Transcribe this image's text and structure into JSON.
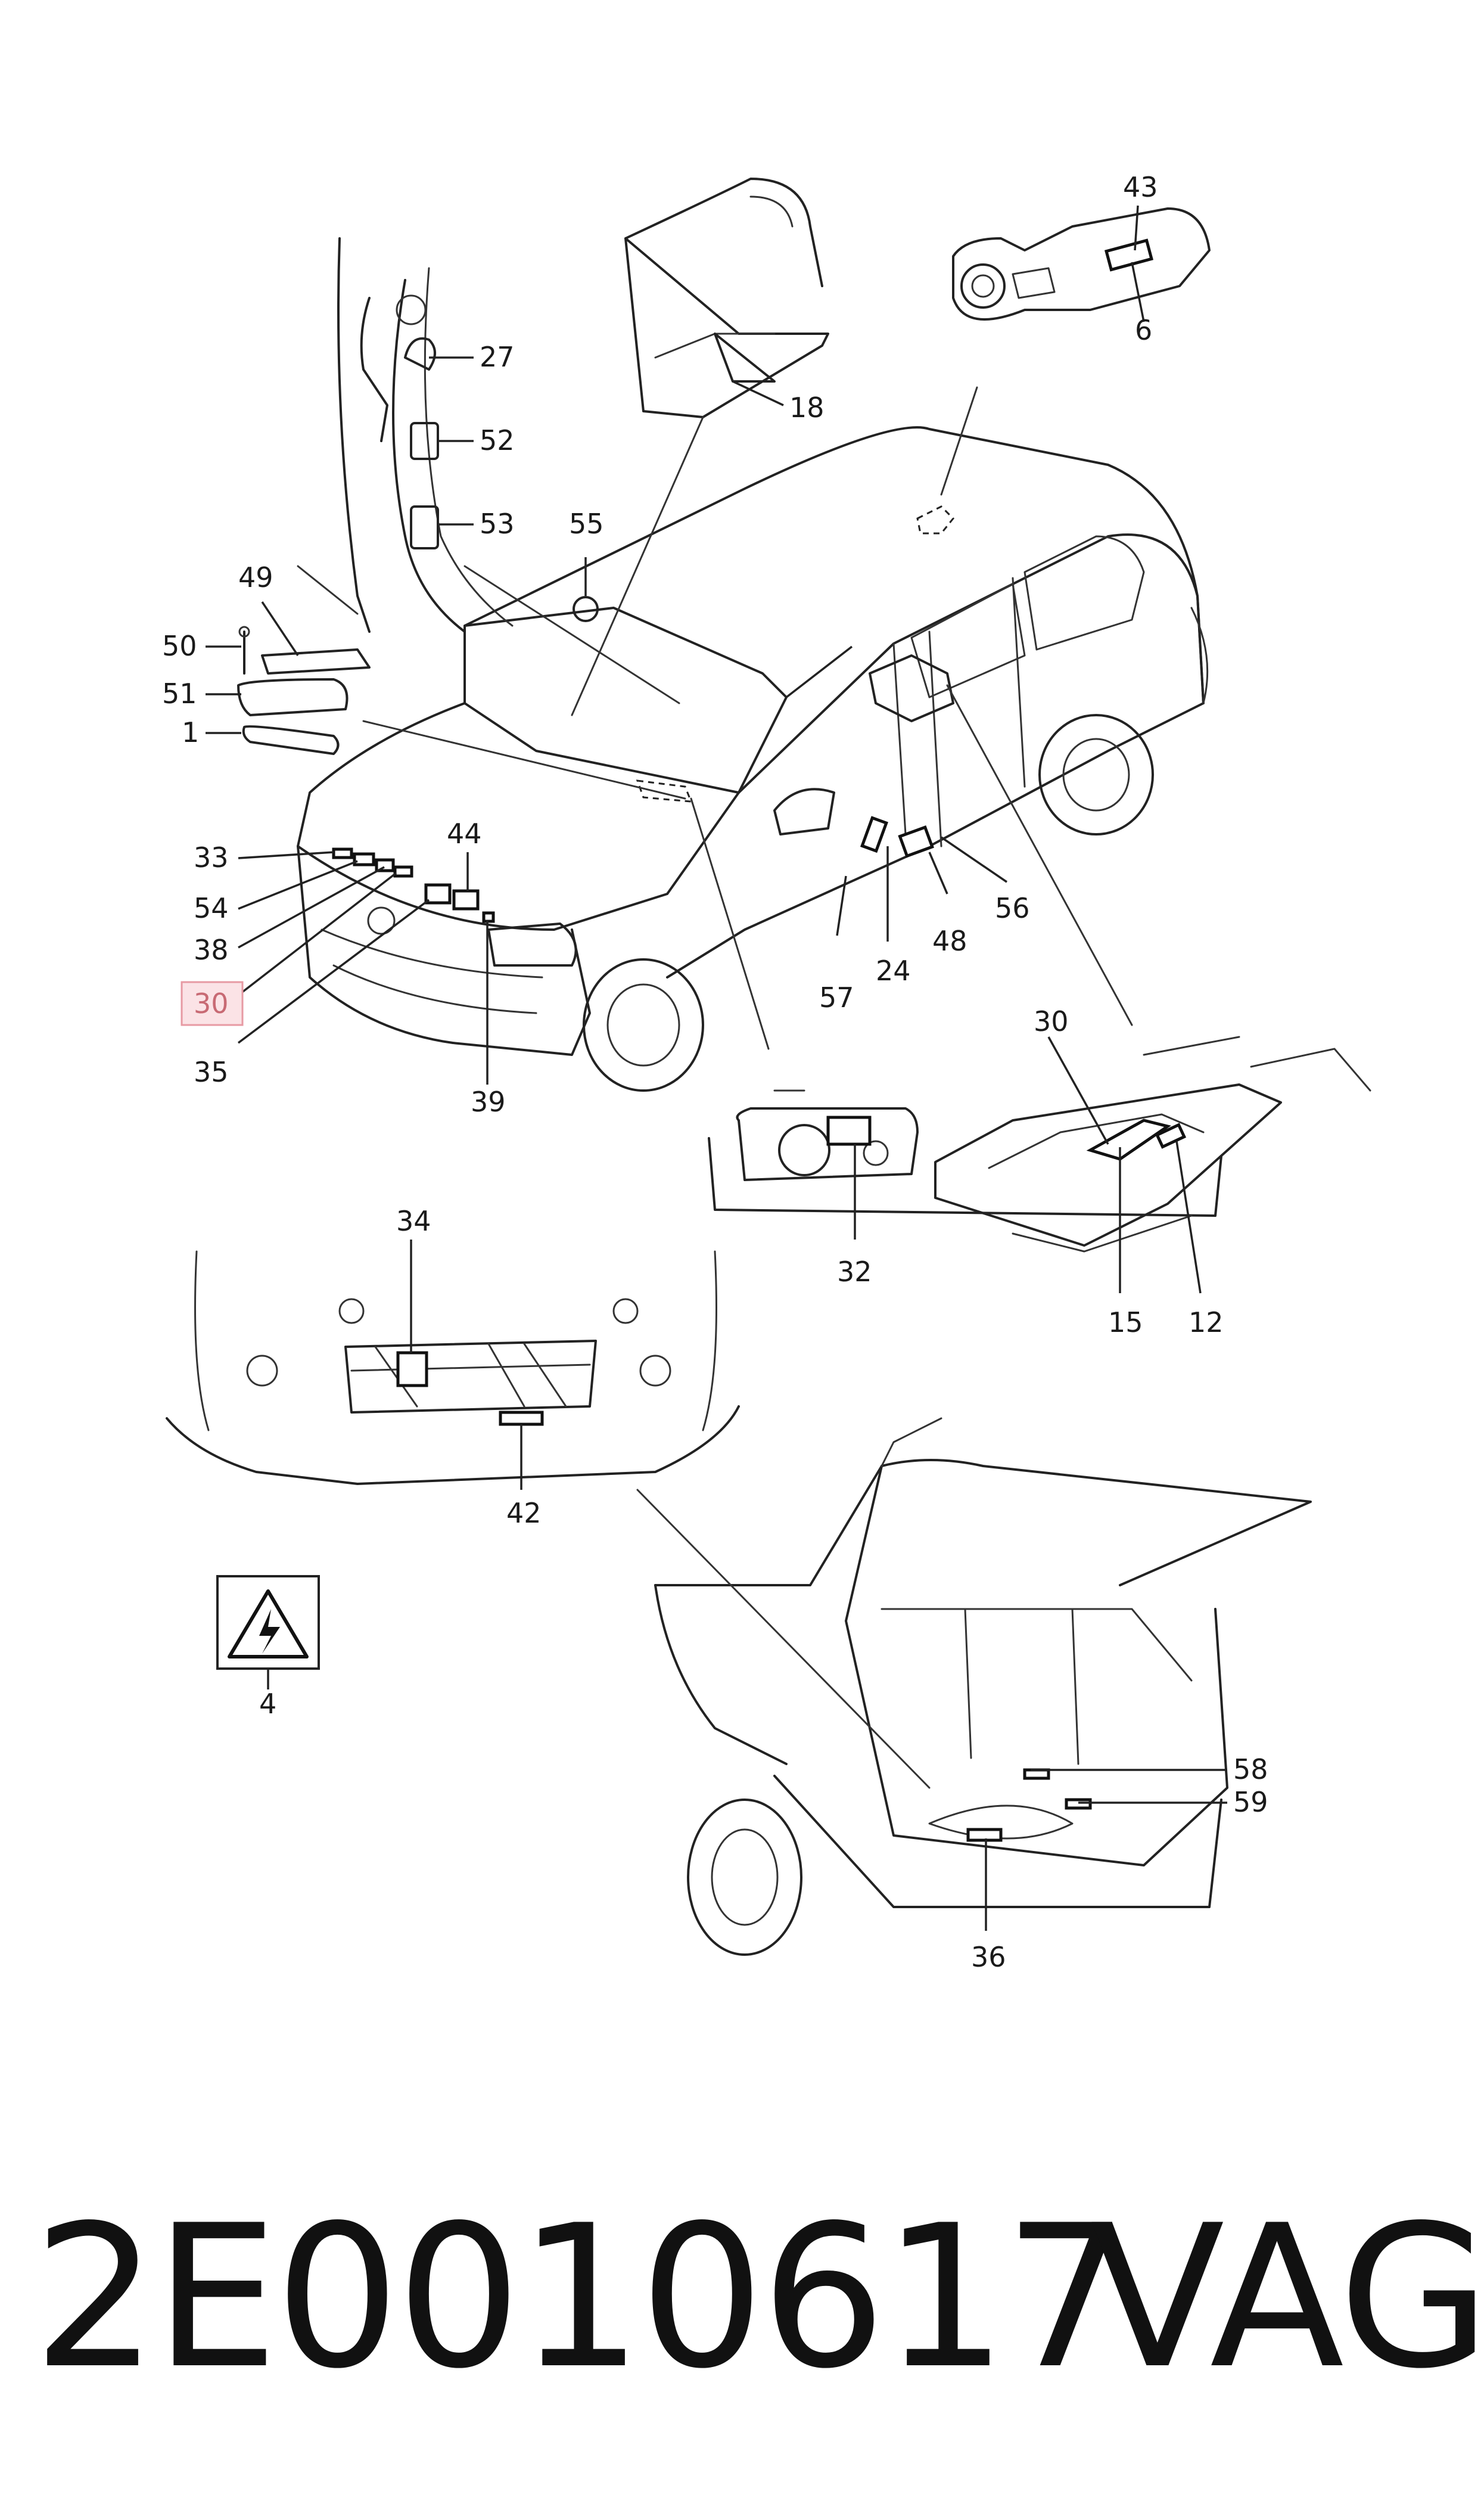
{
  "callouts": {
    "c43": "43",
    "c6": "6",
    "c27": "27",
    "c18": "18",
    "c52": "52",
    "c53": "53",
    "c55": "55",
    "c49": "49",
    "c50": "50",
    "c51": "51",
    "c1": "1",
    "c33": "33",
    "c44": "44",
    "c54": "54",
    "c38": "38",
    "c30a": "30",
    "c35": "35",
    "c39": "39",
    "c57": "57",
    "c24": "24",
    "c48": "48",
    "c56": "56",
    "c30b": "30",
    "c32": "32",
    "c15": "15",
    "c12": "12",
    "c34": "34",
    "c42": "42",
    "c4": "4",
    "c58": "58",
    "c59": "59",
    "c36": "36"
  },
  "highlighted_callout": "30",
  "footer": {
    "part_number": "2E0010617",
    "brand": "VAG"
  },
  "colors": {
    "line": "#222222",
    "highlight_fill": "#fbe3e6",
    "highlight_stroke": "#e79aa3"
  }
}
